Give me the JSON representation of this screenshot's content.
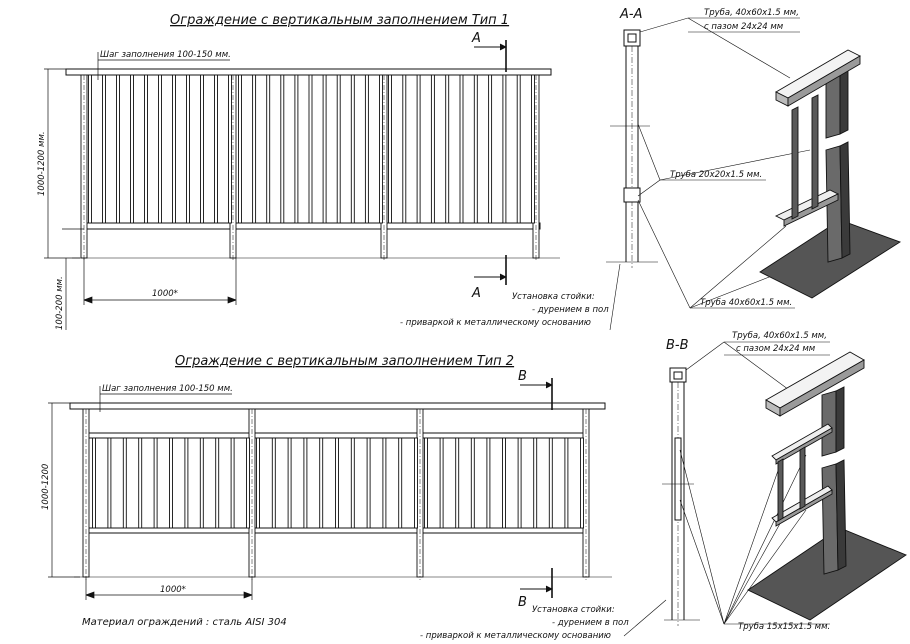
{
  "titles": {
    "type1": "Ограждение с вертикальным заполнением Тип 1",
    "type2": "Ограждение с вертикальным заполнением Тип 2"
  },
  "type1": {
    "pitch_label": "Шаг заполнения 100-150 мм.",
    "height_label": "1000-1200 мм.",
    "bottom_gap_label": "100-200 мм.",
    "span_label": "1000*",
    "section_mark": "А"
  },
  "type2": {
    "pitch_label": "Шаг заполнения 100-150 мм.",
    "height_label": "1000-1200",
    "span_label": "1000*",
    "section_mark": "В"
  },
  "section_aa": {
    "title": "А-А",
    "top_pipe_line1": "Труба, 40х60х1.5 мм,",
    "top_pipe_line2": "с пазом 24х24 мм",
    "mid_pipe": "Труба 20х20х1.5 мм.",
    "post_pipe": "Труба 40х60х1.5 мм.",
    "install_title": "Установка стойки:",
    "install_opt1": "- дурением в пол",
    "install_opt2": "- приваркой к металлическому основанию"
  },
  "section_bb": {
    "title": "В-В",
    "top_pipe_line1": "Труба, 40х60х1.5 мм,",
    "top_pipe_line2": "с пазом 24х24 мм",
    "small_pipe": "Труба 15х15х1.5 мм.",
    "install_title": "Установка стойки:",
    "install_opt1": "- дурением в пол",
    "install_opt2": "- приваркой к металлическому основанию"
  },
  "material": "Материал ограждений : сталь AISI 304"
}
